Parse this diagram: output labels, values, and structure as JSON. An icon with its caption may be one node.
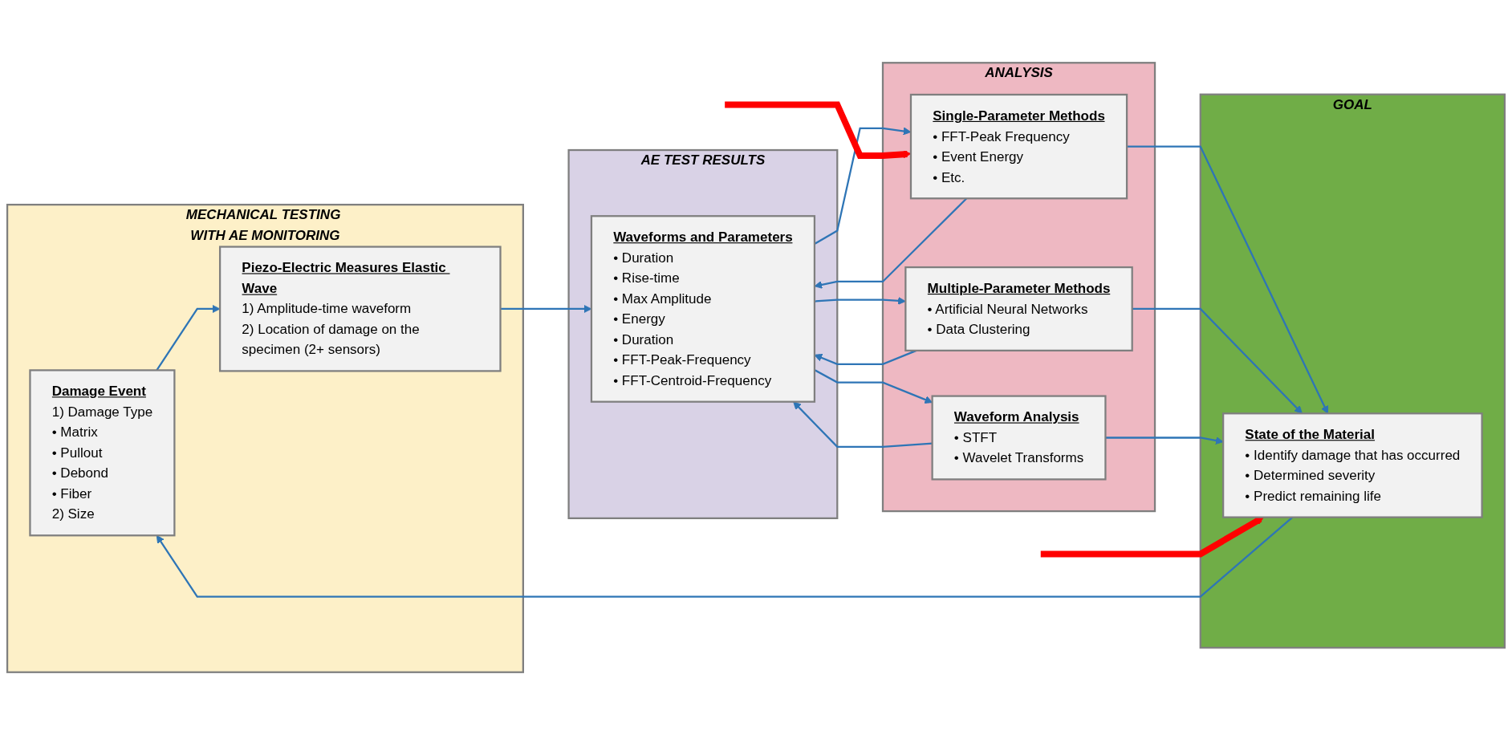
{
  "diagram": {
    "nodes": [
      {
        "text": [
          "MECHANICAL TESTING WITH AE MONITORING"
        ]
      },
      {
        "text": [
          "Damage Event",
          "1) Damage Type",
          "• Matrix",
          "• Pullout",
          "• Debond",
          "• Fiber",
          "2) Size"
        ],
        "in": 0
      },
      {
        "text": [
          "Piezo-Electric Measures Elastic Wave",
          "1) Amplitude-time waveform",
          "2) Location of damage on the specimen (2+ sensors)"
        ],
        "in": 0
      },
      {
        "text": [
          "AE TEST RESULTS"
        ]
      },
      {
        "text": [
          "Waveforms and Parameters",
          "• Duration",
          "• Rise-time",
          "• Max Amplitude",
          "• Energy",
          "• Duration",
          "• FFT-Peak-Frequency",
          "• FFT-Centroid-Frequency"
        ],
        "in": 3
      },
      {
        "text": [
          "ANALYSIS"
        ]
      },
      {
        "text": [
          "Single-Parameter Methods",
          "• FFT-Peak Frequency",
          "• Event Energy",
          "• Etc."
        ],
        "in": 5
      },
      {
        "text": [
          "Multiple-Parameter Methods",
          "• Artificial Neural Networks",
          "• Data Clustering"
        ],
        "in": 5
      },
      {
        "text": [
          "Waveform Analysis",
          "• STFT",
          "• Wavelet Transforms"
        ],
        "in": 5
      },
      {
        "text": [
          "GOAL"
        ]
      },
      {
        "text": [
          "State of the Material",
          "• Identify damage that has occurred",
          "• Determined severity",
          "• Predict remaining life"
        ],
        "in": 9
      }
    ],
    "edges": [
      {
        "from": 1,
        "to": 2,
        "arrow": "to"
      },
      {
        "from": 2,
        "to": 4,
        "arrow": "to"
      },
      {
        "from": 4,
        "to": 6,
        "arrow": "to"
      },
      {
        "from": 4,
        "to": 7,
        "arrow": "to"
      },
      {
        "from": 4,
        "to": 8,
        "arrow": "to"
      },
      {
        "from": 6,
        "to": 4,
        "arrow": "to"
      },
      {
        "from": 7,
        "to": 4,
        "arrow": "to"
      },
      {
        "from": 8,
        "to": 4,
        "arrow": "to"
      },
      {
        "from": 6,
        "to": 10,
        "arrow": "to"
      },
      {
        "from": 7,
        "to": 10,
        "arrow": "to"
      },
      {
        "from": 8,
        "to": 10,
        "arrow": "to"
      },
      {
        "from": 10,
        "to": 1,
        "arrow": "to"
      },
      {
        "from": null,
        "to": 6,
        "arrow": "to",
        "style": "thick",
        "color": "#ff0000"
      },
      {
        "from": null,
        "to": 10,
        "arrow": "to",
        "style": "thick",
        "color": "#ff0000"
      }
    ]
  }
}
